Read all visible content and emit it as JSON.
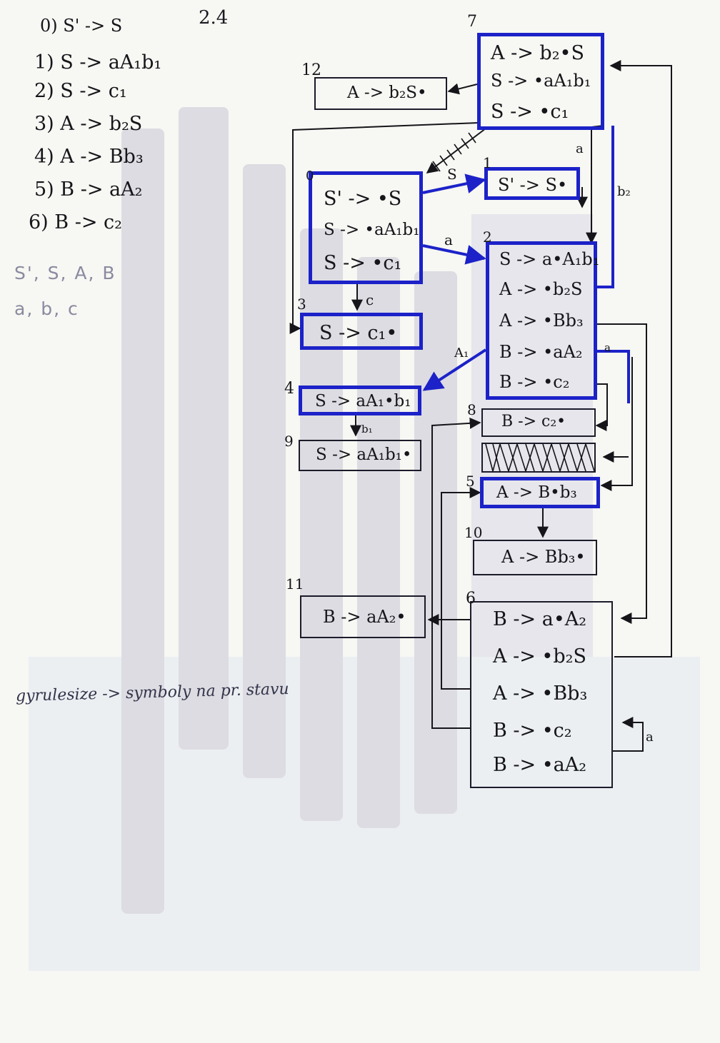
{
  "page_label": "2.4",
  "grammar": [
    "0) S' -> S",
    "1) S -> aA₁b₁",
    "2) S -> c₁",
    "3) A -> b₂S",
    "4) A -> Bb₃",
    "5) B -> aA₂",
    "6) B -> c₂"
  ],
  "symbols": {
    "nonterminals": "S', S, A, B",
    "terminals": "a, b, c"
  },
  "states": [
    {
      "id": "state-0",
      "number": "0",
      "highlighted": true,
      "items": [
        "S' -> •S",
        "S -> •aA₁b₁",
        "S -> •c₁"
      ]
    },
    {
      "id": "state-1",
      "number": "1",
      "highlighted": true,
      "items": [
        "S' -> S•"
      ]
    },
    {
      "id": "state-2",
      "number": "2",
      "highlighted": true,
      "items": [
        "S -> a•A₁b₁",
        "A -> •b₂S",
        "A -> •Bb₃",
        "B -> •aA₂",
        "B -> •c₂"
      ]
    },
    {
      "id": "state-3",
      "number": "3",
      "highlighted": true,
      "items": [
        "S -> c₁•"
      ]
    },
    {
      "id": "state-4",
      "number": "4",
      "highlighted": true,
      "items": [
        "S -> aA₁•b₁"
      ]
    },
    {
      "id": "state-5",
      "number": "5",
      "highlighted": true,
      "items": [
        "A -> B•b₃"
      ]
    },
    {
      "id": "state-6",
      "number": "6",
      "highlighted": false,
      "items": [
        "B -> a•A₂",
        "A -> •b₂S",
        "A -> •Bb₃",
        "B -> •c₂",
        "B -> •aA₂"
      ]
    },
    {
      "id": "state-7",
      "number": "7",
      "highlighted": true,
      "items": [
        "A -> b₂•S",
        "S -> •aA₁b₁",
        "S -> •c₁"
      ]
    },
    {
      "id": "state-8",
      "number": "8",
      "highlighted": false,
      "items": [
        "B -> c₂•"
      ]
    },
    {
      "id": "state-9",
      "number": "9",
      "highlighted": false,
      "items": [
        "S -> aA₁b₁•"
      ]
    },
    {
      "id": "state-10",
      "number": "10",
      "highlighted": false,
      "items": [
        "A -> Bb₃•"
      ]
    },
    {
      "id": "state-11",
      "number": "11",
      "highlighted": false,
      "items": [
        "B -> aA₂•"
      ]
    },
    {
      "id": "state-12",
      "number": "12",
      "highlighted": false,
      "items": [
        "A -> b₂S•"
      ]
    }
  ],
  "edge_labels": {
    "s0_s1": "S",
    "s0_s2": "a",
    "s0_s3": "c",
    "s2_s4": "A₁",
    "s4_s9": "b₁",
    "s7_s2": "a",
    "s7_s6": "b₂",
    "s6_self": "a",
    "s2_a": "a"
  },
  "note": "gyrulesize -> symboly na pr. stavu",
  "colors": {
    "ink": "#15151a",
    "highlight": "#1c22c8",
    "pencil": "#8a8aa0"
  }
}
